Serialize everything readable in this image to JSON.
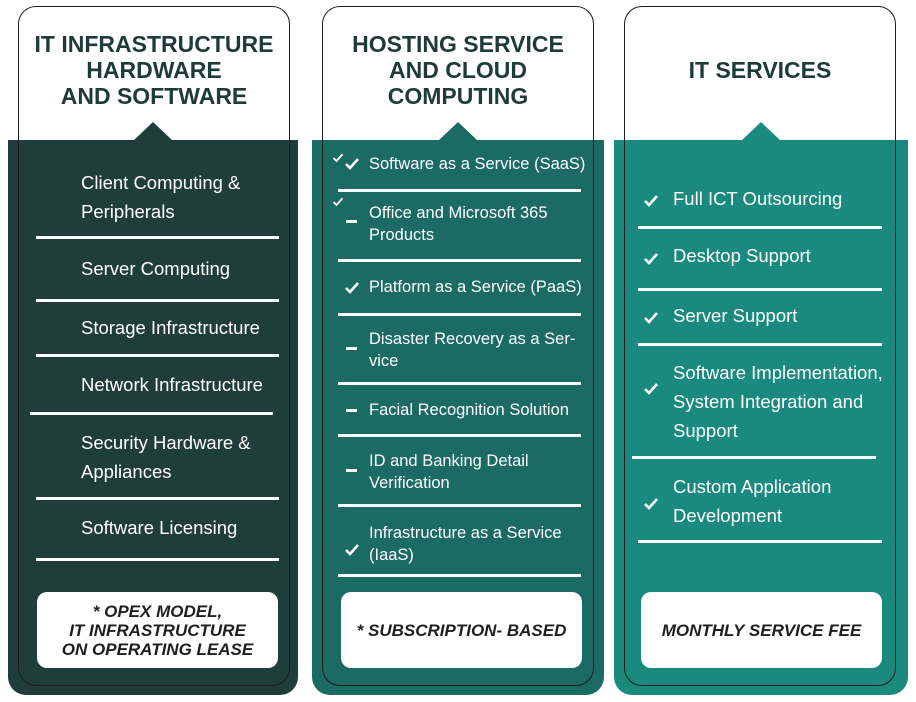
{
  "colors": {
    "dark_teal": "#1f3d3a",
    "mid_teal": "#1b6a64",
    "bright_teal": "#1a8a7f",
    "header_text": "#1e3b38",
    "white": "#ffffff"
  },
  "columns": [
    {
      "title": "IT INFRASTRUCTURE\nHARDWARE\nAND SOFTWARE",
      "items": [
        "Client Computing &\nPeripherals",
        "Server Computing",
        "Storage Infrastructure",
        "Network Infrastructure",
        "Security Hardware &\nAppliances",
        "Software Licensing"
      ],
      "footer": "* OPEX MODEL,\nIT INFRASTRUCTURE\nON OPERATING LEASE"
    },
    {
      "title": "HOSTING SERVICE\nAND CLOUD\nCOMPUTING",
      "items": [
        {
          "label": "Software as a Service (SaaS)",
          "marker": "check-icon"
        },
        {
          "label": "Office and Microsoft 365\nProducts",
          "marker": "dash-icon"
        },
        {
          "label": "Platform as a Service (PaaS)",
          "marker": "check-icon"
        },
        {
          "label": "Disaster Recovery as a Ser-\nvice",
          "marker": "dash-icon"
        },
        {
          "label": "Facial Recognition Solution",
          "marker": "dash-icon"
        },
        {
          "label": "ID and Banking Detail\nVerification",
          "marker": "dash-icon"
        },
        {
          "label": "Infrastructure as a Service\n(IaaS)",
          "marker": "check-icon"
        }
      ],
      "footer": "* SUBSCRIPTION- BASED"
    },
    {
      "title": "IT SERVICES",
      "items": [
        {
          "label": "Full ICT Outsourcing",
          "marker": "check-icon"
        },
        {
          "label": "Desktop Support",
          "marker": "check-icon"
        },
        {
          "label": "Server Support",
          "marker": "check-icon"
        },
        {
          "label": "Software Implementation,\nSystem Integration and\nSupport",
          "marker": "check-icon"
        },
        {
          "label": "Custom Application\nDevelopment",
          "marker": "check-icon"
        }
      ],
      "footer": "MONTHLY SERVICE FEE"
    }
  ]
}
